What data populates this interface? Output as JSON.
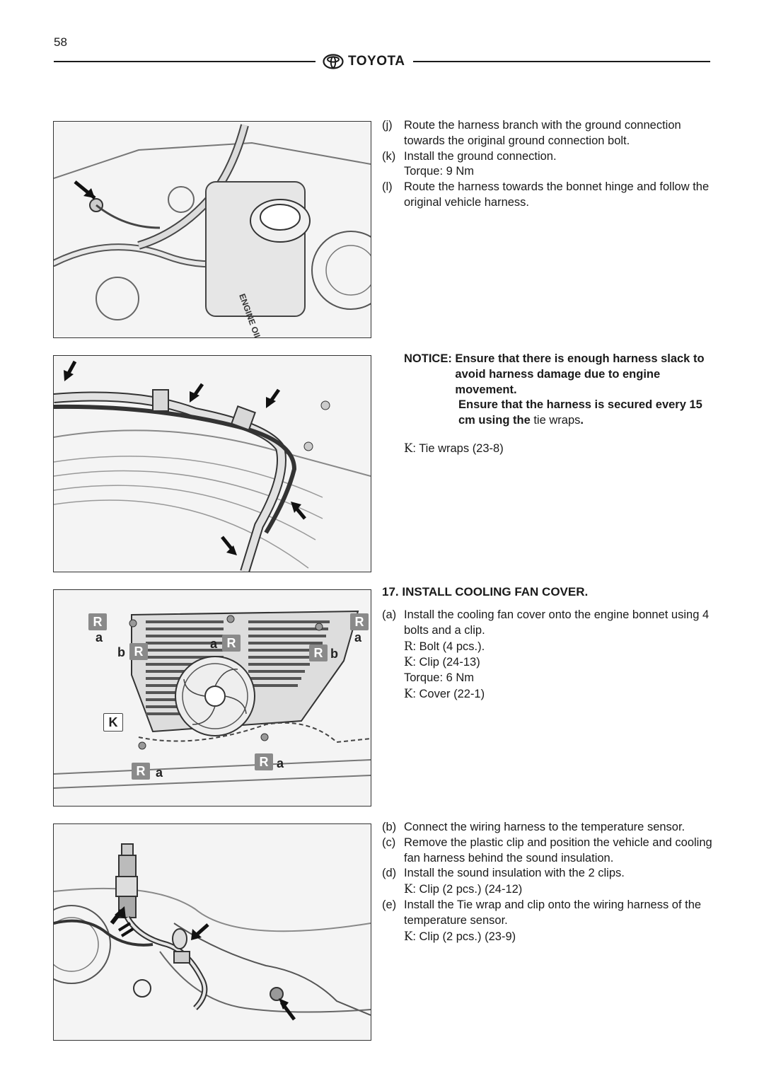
{
  "page": {
    "number": "58"
  },
  "header": {
    "brand": "TOYOTA"
  },
  "figures": {
    "fig1": {
      "embossed_text": "ENGINE OIL"
    },
    "fig3": {
      "labels": [
        "R",
        "a",
        "b",
        "K"
      ]
    }
  },
  "steps_top": [
    {
      "label": "(j)",
      "text": "Route the harness branch with the ground connection towards the original ground connection bolt."
    },
    {
      "label": "(k)",
      "text": "Install the ground connection."
    },
    {
      "label": "",
      "text": "Torque: 9 Nm"
    },
    {
      "label": "(l)",
      "text": "Route the harness towards the bonnet hinge and follow the original vehicle harness."
    }
  ],
  "notice": {
    "prefix": "NOTICE: ",
    "line1": "Ensure that there is enough harness slack to avoid harness damage due to engine movement.",
    "line2_bold": "Ensure that the harness is secured every 15 cm using the",
    "line2_normal": " tie wraps",
    "line2_end": "."
  },
  "tie_wraps": {
    "symbol": "K",
    "text": ": Tie wraps (23-8)"
  },
  "section": {
    "title": "17. INSTALL COOLING FAN COVER."
  },
  "steps_mid": [
    {
      "label": "(a)",
      "text": "Install the cooling fan cover onto the engine bonnet using 4 bolts and a clip."
    }
  ],
  "mid_details": [
    {
      "symbol": "R",
      "text": ": Bolt (4 pcs.)."
    },
    {
      "symbol": "K",
      "text": ": Clip (24-13)"
    },
    {
      "symbol": "",
      "text": "Torque: 6 Nm"
    },
    {
      "symbol": "K",
      "text": ": Cover (22-1)"
    }
  ],
  "steps_bottom": [
    {
      "label": "(b)",
      "text": "Connect the wiring harness to the temperature sensor."
    },
    {
      "label": "(c)",
      "text": "Remove the plastic clip and position the vehicle and cooling fan harness behind the sound insulation."
    },
    {
      "label": "(d)",
      "text": "Install the sound insulation with the 2 clips."
    },
    {
      "label": "",
      "symbol": "K",
      "text": ": Clip (2 pcs.) (24-12)"
    },
    {
      "label": "(e)",
      "text": "Install the Tie wrap and clip onto the wiring harness of the temperature sensor."
    },
    {
      "label": "",
      "symbol": "K",
      "text": ": Clip (2 pcs.) (23-9)"
    }
  ]
}
